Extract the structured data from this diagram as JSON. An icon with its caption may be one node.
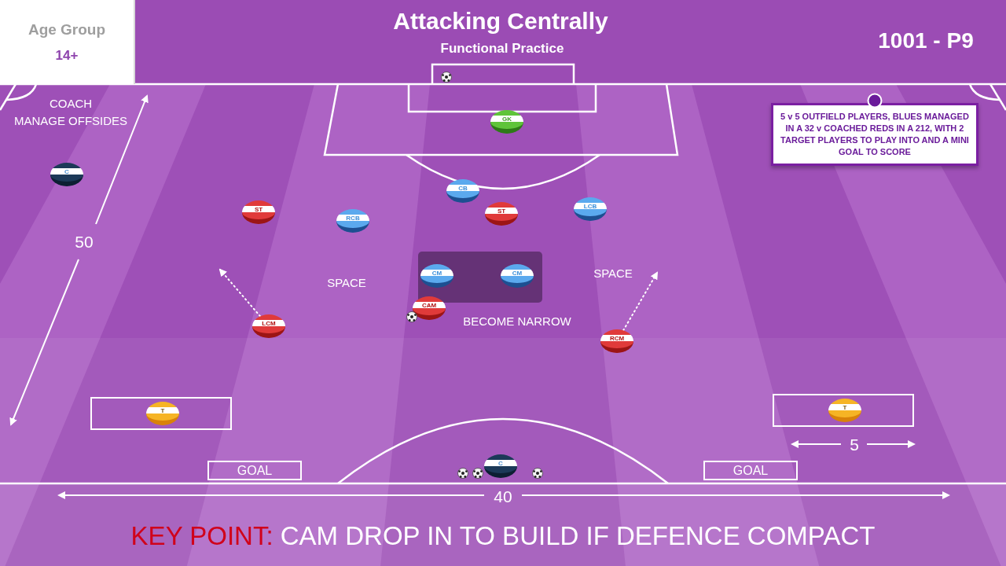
{
  "diagram": {
    "title": "Attacking Centrally",
    "caption": "KEY POINT: CAM DROP IN TO BUILD IF DEFENCE COMPACT",
    "nodes": [
      {
        "text": [
          "Age Group",
          "14+"
        ]
      },
      {
        "text": [
          "GK"
        ]
      },
      {
        "text": [
          "5 v 5 OUTFIELD PLAYERS, BLUES MANAGED IN A 32 v COACHED REDS IN A 212, WITH 2 TARGET PLAYERS TO PLAY INTO AND A MINI GOAL TO SCORE"
        ]
      },
      {
        "text": [
          "C"
        ]
      },
      {
        "text": [
          "CB"
        ]
      },
      {
        "text": [
          "ST"
        ]
      },
      {
        "text": [
          "ST"
        ]
      },
      {
        "text": [
          "RCB"
        ]
      },
      {
        "text": [
          "LCB"
        ]
      },
      {
        "text": [
          "CM"
        ]
      },
      {
        "text": [
          "CM"
        ]
      },
      {
        "text": [
          "CAM"
        ]
      },
      {
        "text": [
          "LCM"
        ]
      },
      {
        "text": [
          "RCM"
        ]
      },
      {
        "text": [],
        "shape": "box"
      },
      {
        "text": [
          "T"
        ],
        "in": 14
      },
      {
        "text": [],
        "shape": "box"
      },
      {
        "text": [
          "T"
        ],
        "in": 16
      },
      {
        "text": [
          "GOAL"
        ]
      },
      {
        "text": [
          "C"
        ]
      },
      {
        "text": [
          "GOAL"
        ]
      }
    ],
    "edges": [
      {
        "from": 12,
        "to": null,
        "arrow": "to",
        "style": "dashed"
      },
      {
        "from": 13,
        "to": null,
        "arrow": "to",
        "style": "dashed"
      }
    ],
    "labels": [
      "Functional Practice",
      "1001 - P9",
      "COACH MANAGE OFFSIDES",
      "50",
      "SPACE",
      "SPACE",
      "BECOME NARROW",
      "5",
      "40"
    ]
  }
}
